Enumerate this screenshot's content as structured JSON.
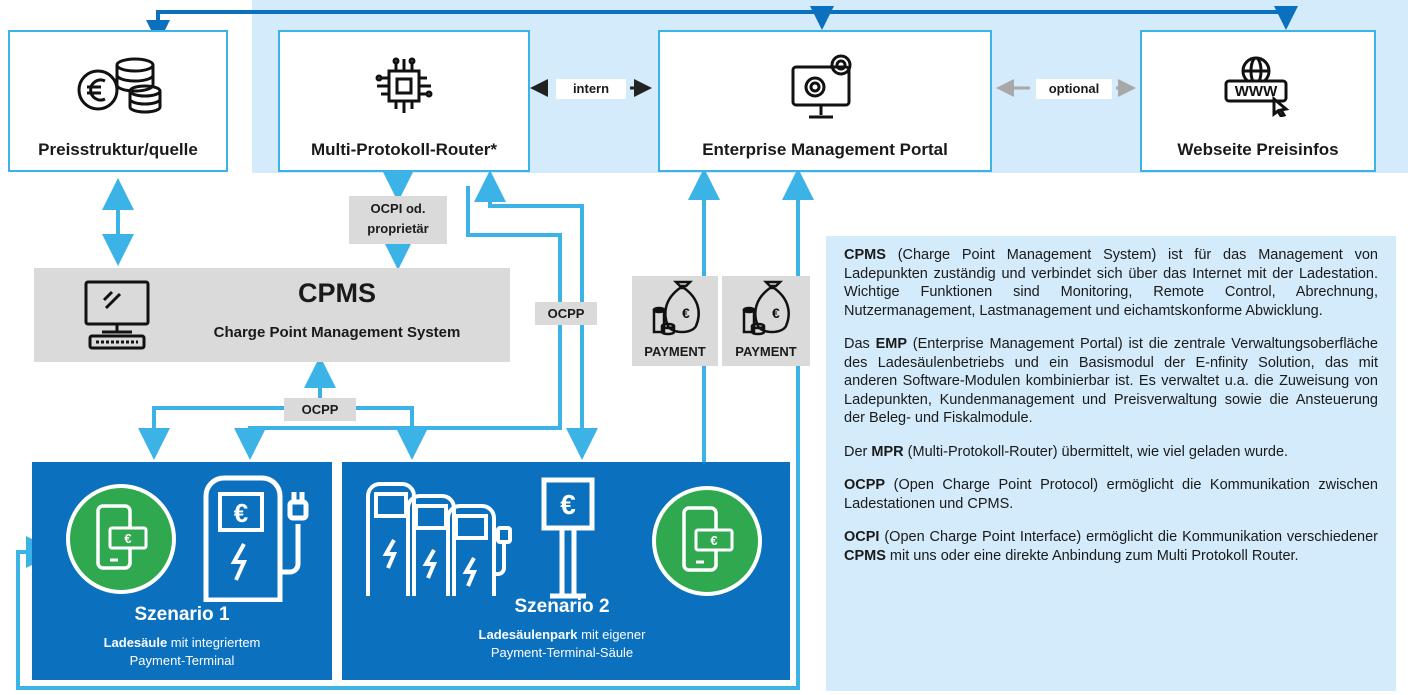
{
  "boxes": {
    "preis": "Preisstruktur/quelle",
    "mpr": "Multi-Protokoll-Router*",
    "emp": "Enterprise Management Portal",
    "web": "Webseite Preisinfos"
  },
  "connectors": {
    "intern": "intern",
    "optional": "optional",
    "ocpi": [
      "OCPI od.",
      "proprietär"
    ],
    "ocpp_cpms": "OCPP",
    "ocpp_right": "OCPP",
    "payment1": "PAYMENT",
    "payment2": "PAYMENT"
  },
  "cpms": {
    "title": "CPMS",
    "subtitle": "Charge Point Management System"
  },
  "scenario1": {
    "title": "Szenario 1",
    "line1_bold": "Ladesäule",
    "line1_rest": " mit integriertem",
    "line2": "Payment-Terminal"
  },
  "scenario2": {
    "title": "Szenario 2",
    "line1_bold": "Ladesäulenpark",
    "line1_rest": " mit eigener",
    "line2": "Payment-Terminal-Säule"
  },
  "info": {
    "p1_bold": "CPMS",
    "p1_text": " (Charge Point Management System) ist für das Management von Ladepunkten zuständig und verbindet sich über das Internet mit der Ladestation. Wichtige Funktionen sind Monitoring, Remote Control, Abrechnung, Nutzermanagement, Lastmanagement und eichamtskonforme Abwicklung.",
    "p2_pre": "Das ",
    "p2_bold": "EMP",
    "p2_text": " (Enterprise Management Portal) ist die zentrale Verwaltungsoberfläche des Ladesäulenbetriebs und ein Basismodul der E-nfinity Solution, das mit anderen Software-Modulen kombinierbar ist. Es verwaltet u.a. die Zuweisung von Ladepunkten, Kundenmanagement und Preisverwaltung sowie die Ansteuerung der Beleg- und Fiskalmodule.",
    "p3_pre": "Der ",
    "p3_bold": "MPR",
    "p3_text": " (Multi-Protokoll-Router) übermittelt, wie viel geladen wurde.",
    "p4_bold": "OCPP",
    "p4_text": " (Open Charge Point Protocol) ermöglicht die Kommunikation zwischen Ladestationen und CPMS.",
    "p5_bold": "OCPI",
    "p5_text1": " (Open Charge Point Interface) ermöglicht die Kommunikation verschiedener ",
    "p5_bold2": "CPMS",
    "p5_text2": " mit uns oder eine direkte Anbindung zum Multi Protokoll Router."
  },
  "colors": {
    "light_blue_bg": "#d3ebfa",
    "line_blue": "#3cb3e6",
    "dark_blue": "#0b71bf",
    "scenario_blue": "#0b71bf",
    "gray": "#dadada",
    "green": "#2fa84f"
  },
  "icons": [
    "coins-euro-icon",
    "chip-icon",
    "monitor-gears-icon",
    "www-globe-icon",
    "computer-icon",
    "money-bag-icon",
    "charging-station-icon",
    "phone-payment-icon",
    "payment-terminal-icon"
  ]
}
